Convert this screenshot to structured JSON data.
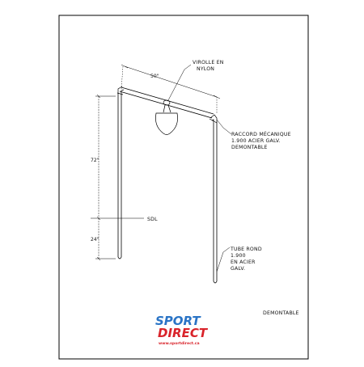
{
  "labels": {
    "ferrule": [
      "VIROLLE EN",
      "NYLON"
    ],
    "fitting": [
      "RACCORD MÉCANIQUE",
      "1.900 ACIER GALV.",
      "DEMONTABLE"
    ],
    "tube": [
      "TUBE ROND",
      "1.900",
      "EN ACIER",
      "GALV."
    ],
    "ground": "SDL",
    "footer": "DEMONTABLE"
  },
  "dimensions": {
    "width": "50\"",
    "height_above": "72\"",
    "depth_below": "24\""
  },
  "logo": {
    "line1": "SPORT",
    "line2": "DIRECT",
    "url": "www.sportdirect.ca",
    "color_blue": "#2a74c6",
    "color_red": "#d9232a"
  }
}
